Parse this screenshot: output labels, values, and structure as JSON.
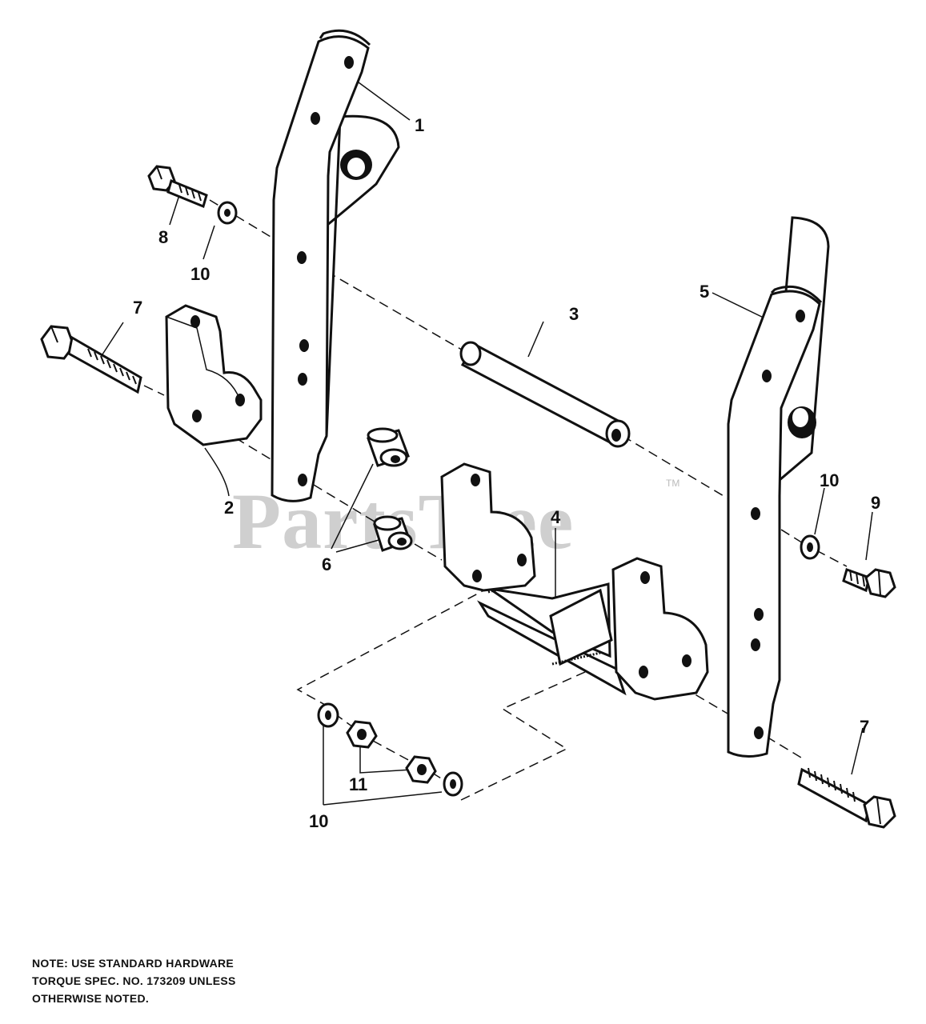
{
  "watermark": {
    "text": "PartsTree",
    "trademark": "TM",
    "color": "#cfcfcf"
  },
  "callouts": {
    "c1": "1",
    "c2": "2",
    "c3": "3",
    "c4": "4",
    "c5": "5",
    "c6": "6",
    "c7a": "7",
    "c7b": "7",
    "c8": "8",
    "c9": "9",
    "c10a": "10",
    "c10b": "10",
    "c10c": "10",
    "c11": "11"
  },
  "note": {
    "line1": "NOTE: USE STANDARD HARDWARE",
    "line2": "TORQUE SPEC. NO. 173209 UNLESS",
    "line3": "OTHERWISE NOTED."
  },
  "colors": {
    "ink": "#111111",
    "paper": "#ffffff"
  }
}
